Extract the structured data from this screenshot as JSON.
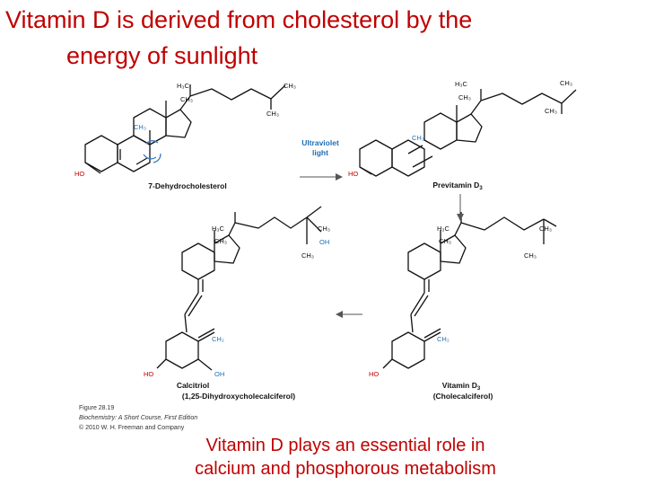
{
  "slide": {
    "title_line1": "Vitamin D is derived from cholesterol by the",
    "title_line2": "energy of sunlight",
    "caption_line1": "Vitamin D plays an essential role in",
    "caption_line2": "calcium and phosphorous metabolism"
  },
  "figure": {
    "labels": {
      "dehydro": "7-Dehydrocholesterol",
      "previtamin": "Previtamin D",
      "previtamin_sub": "3",
      "uv_line1": "Ultraviolet",
      "uv_line2": "light",
      "calcitriol": "Calcitriol",
      "calcitriol_alt": "(1,25-Dihydroxycholecalciferol)",
      "vitd3": "Vitamin D",
      "vitd3_sub": "3",
      "vitd3_alt": "(Cholecalciferol)"
    },
    "groups": {
      "ho": "HO",
      "oh": "OH",
      "h3c": "H₃C",
      "ch3": "CH₃",
      "ch2": "CH₂"
    },
    "credit_line1": "Figure 28.19",
    "credit_line2": "Biochemistry: A Short Course, First Edition",
    "credit_line3": "© 2010 W. H. Freeman and Company"
  },
  "colors": {
    "title": "#c00000",
    "accent_blue": "#1f6fb5",
    "stroke": "#111111",
    "highlight": "#3a7ac4"
  }
}
